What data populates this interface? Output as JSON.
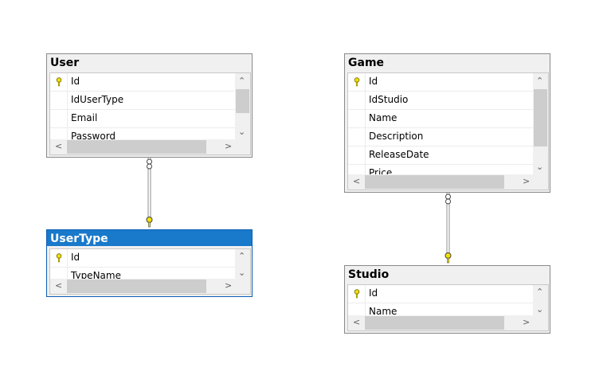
{
  "tables": {
    "user": {
      "name": "User",
      "columns": [
        "Id",
        "IdUserType",
        "Email",
        "Password"
      ]
    },
    "usertype": {
      "name": "UserType",
      "columns": [
        "Id",
        "TypeName"
      ]
    },
    "game": {
      "name": "Game",
      "columns": [
        "Id",
        "IdStudio",
        "Name",
        "Description",
        "ReleaseDate",
        "Price"
      ]
    },
    "studio": {
      "name": "Studio",
      "columns": [
        "Id",
        "Name"
      ]
    }
  },
  "colors": {
    "selected_title": "#1979ca",
    "key_icon": "#f2e000",
    "connector": "#909090"
  }
}
